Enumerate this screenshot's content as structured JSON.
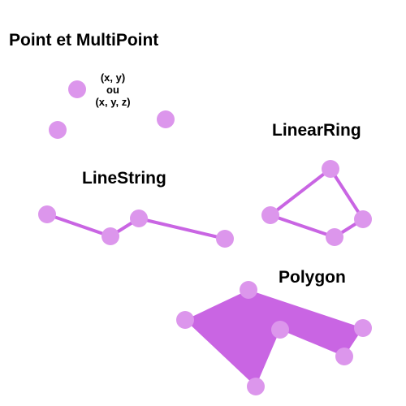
{
  "labels": {
    "point": "Point et MultiPoint",
    "linestring": "LineString",
    "linearring": "LinearRing",
    "polygon": "Polygon"
  },
  "coords_annotation": {
    "line1": "(x, y)",
    "line2": "ou",
    "line3": "(x, y, z)"
  },
  "colors": {
    "vertex": "#dc96ec",
    "line": "#c965e3",
    "polygon_fill": "#c965e3"
  }
}
